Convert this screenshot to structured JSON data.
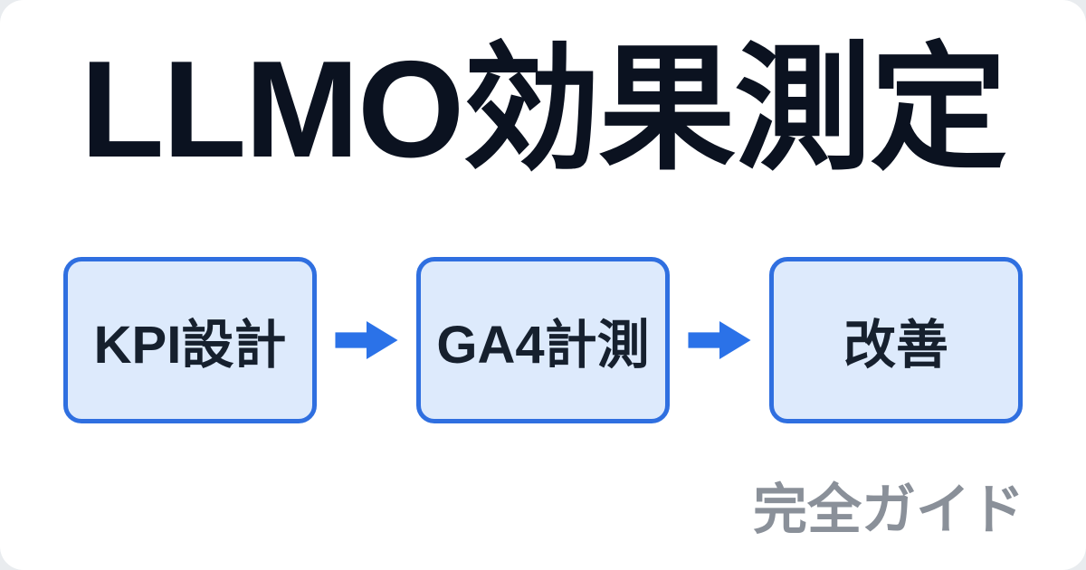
{
  "title": "LLMO効果測定",
  "flow": {
    "steps": [
      {
        "label": "KPI設計"
      },
      {
        "label": "GA4計測"
      },
      {
        "label": "改善"
      }
    ],
    "arrow_icon": "right-arrow"
  },
  "footer": {
    "label": "完全ガイド"
  },
  "colors": {
    "title_text": "#0b1220",
    "box_fill": "#ddeafc",
    "box_border": "#2f6fe0",
    "box_text": "#16202e",
    "arrow": "#2b72e8",
    "footer_text": "#8a9099",
    "card_background": "#ffffff",
    "page_background": "#e9ecef"
  }
}
